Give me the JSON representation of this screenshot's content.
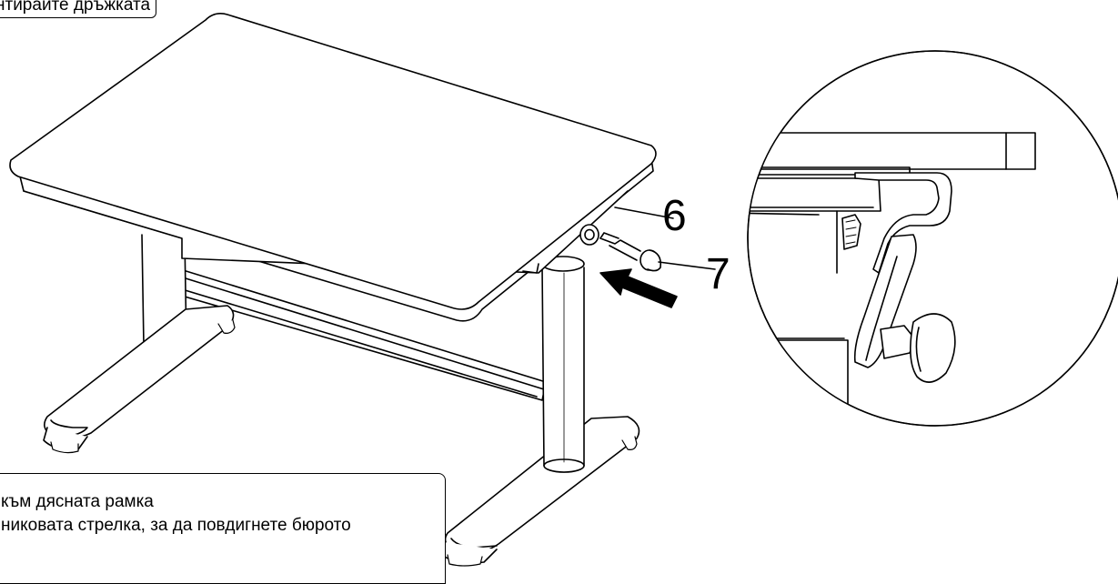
{
  "captions": {
    "top": "нтирайте дръжката",
    "bottom_line1": "към дясната рамка",
    "bottom_line2": "никовата стрелка, за да повдигнете бюрото"
  },
  "part_labels": {
    "six": "6",
    "seven": "7"
  }
}
